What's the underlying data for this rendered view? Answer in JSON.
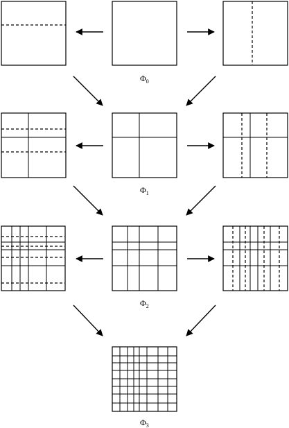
{
  "labels": {
    "phi0": {
      "symbol": "Φ",
      "subscript": "0"
    },
    "phi1": {
      "symbol": "Φ",
      "subscript": "1"
    },
    "phi2": {
      "symbol": "Φ",
      "subscript": "2"
    },
    "phi3": {
      "symbol": "Φ",
      "subscript": "3"
    }
  },
  "colors": {
    "ink": "#000000",
    "paper": "#ffffff"
  }
}
